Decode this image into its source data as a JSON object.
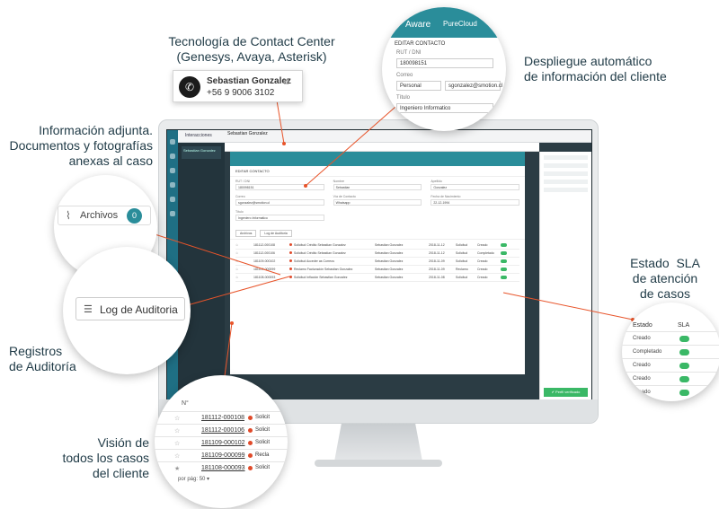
{
  "callouts": {
    "tech_line1": "Tecnología de Contact Center",
    "tech_line2": "(Genesys, Avaya, Asterisk)",
    "despliegue_line1": "Despliegue automático",
    "despliegue_line2": "de información del cliente",
    "info_line1": "Información adjunta.",
    "info_line2": "Documentos y fotografías",
    "info_line3": "anexas al caso",
    "sla_line1": "Estado  SLA",
    "sla_line2": "de atención",
    "sla_line3": "de casos",
    "registros_line1": "Registros",
    "registros_line2": "de Auditoría",
    "vision_line1": "Visión de",
    "vision_line2": "todos los casos",
    "vision_line3": "del cliente"
  },
  "contact": {
    "name": "Sebastian Gonzalez",
    "phone": "+56 9 9006 3102"
  },
  "app": {
    "brand": "Aware",
    "brand_partner": "PureCloud",
    "edit_title": "EDITAR CONTACTO",
    "rut_label": "RUT / DNI",
    "rut_value": "180098151",
    "nombre_label": "Nombre",
    "nombre_value": "Sebastian",
    "apellido_label": "Apellido",
    "apellido_value": "Gonzalez",
    "correo_label": "Correo",
    "correo_type": "Personal",
    "correo_value": "sgonzalez@smotion.cl",
    "titulo_label": "Título",
    "titulo_value": "Ingeniero Informatico",
    "fecha_label": "Fecha de Nacimiento",
    "fecha_value": "22-12-1994",
    "pref_label": "Vía de Contacto",
    "pref_value": "Whatsapp",
    "submit": "✔ Perfil verificado",
    "interacciones": "Interacciones"
  },
  "archivos": {
    "label": "Archivos",
    "count": "0"
  },
  "log": {
    "label": "Log de Auditoria"
  },
  "cases": {
    "header_no": "N°",
    "rows": [
      {
        "nr": "181112-000108",
        "subject": "Solicit"
      },
      {
        "nr": "181112-000106",
        "subject": "Solicit"
      },
      {
        "nr": "181109-000102",
        "subject": "Solicit"
      },
      {
        "nr": "181109-000099",
        "subject": "Recla"
      },
      {
        "nr": "181108-000093",
        "subject": "Solicit"
      }
    ],
    "footer_label": "por pág:",
    "footer_value": "50"
  },
  "table_rows": [
    {
      "nr": "181112-000108",
      "asunto": "Solicitud Crédito Sebastian Gonzalez",
      "contacto": "Sebastian Gonzalez",
      "fecha": "2018-11-12",
      "tipo": "Solicitud",
      "estado": "Creado"
    },
    {
      "nr": "181112-000106",
      "asunto": "Solicitud Crédito Sebastian Gonzalez",
      "contacto": "Sebastian Gonzalez",
      "fecha": "2018-11-12",
      "tipo": "Solicitud",
      "estado": "Completado"
    },
    {
      "nr": "181109-000102",
      "asunto": "Solicitud Acceder as Correos",
      "contacto": "Sebastian Gonzalez",
      "fecha": "2018-11-09",
      "tipo": "Solicitud",
      "estado": "Creado"
    },
    {
      "nr": "181109-000099",
      "asunto": "Reclamo Facturación Sebastian Gonzalez",
      "contacto": "Sebastian Gonzalez",
      "fecha": "2018-11-09",
      "tipo": "Reclamo",
      "estado": "Creado"
    },
    {
      "nr": "181108-000093",
      "asunto": "Solicitud Inflación Sebastian Gonzalez",
      "contacto": "Sebastian Gonzalez",
      "fecha": "2018-11-08",
      "tipo": "Solicitud",
      "estado": "Creado"
    }
  ],
  "sla": {
    "header_estado": "Estado",
    "header_sla": "SLA",
    "rows": [
      "Creado",
      "Completado",
      "Creado",
      "Creado",
      "Creado"
    ]
  },
  "colors": {
    "accent": "#2a8d9a",
    "leader": "#e8542a",
    "sla_green": "#3ab866",
    "status_red": "#e04a2a"
  }
}
